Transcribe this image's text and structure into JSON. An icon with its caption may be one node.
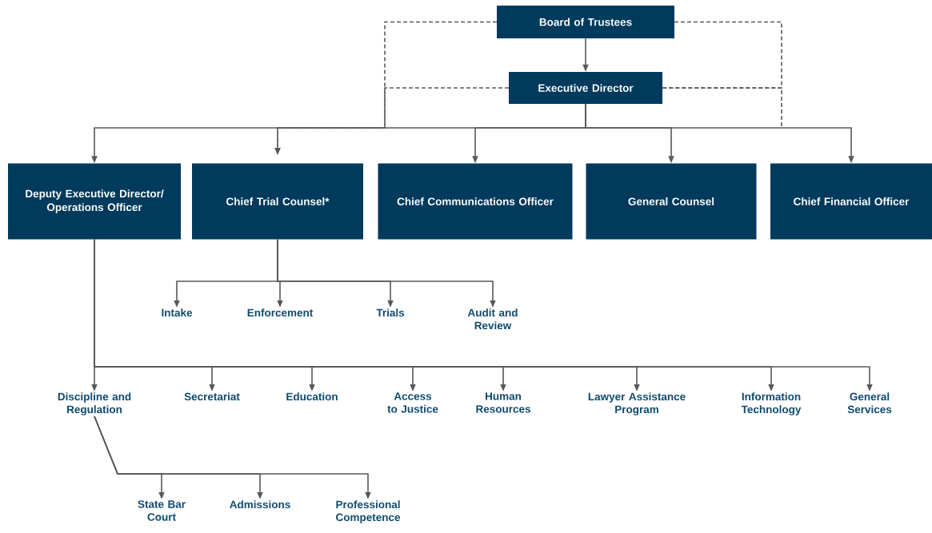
{
  "diagram": {
    "nodes": [
      {
        "text": [
          "Board of Trustees"
        ]
      },
      {
        "text": [
          "Executive Director"
        ]
      },
      {
        "text": [
          "Deputy Executive Director/ Operations Officer"
        ]
      },
      {
        "text": [
          "Chief Trial Counsel*"
        ]
      },
      {
        "text": [
          "Chief Communications Officer"
        ]
      },
      {
        "text": [
          "General Counsel"
        ]
      },
      {
        "text": [
          "Chief Financial Officer"
        ]
      },
      {
        "text": [
          "Intake"
        ]
      },
      {
        "text": [
          "Enforcement"
        ]
      },
      {
        "text": [
          "Trials"
        ]
      },
      {
        "text": [
          "Audit and Review"
        ]
      },
      {
        "text": [
          "Discipline and Regulation"
        ]
      },
      {
        "text": [
          "Secretariat"
        ]
      },
      {
        "text": [
          "Education"
        ]
      },
      {
        "text": [
          "Access to Justice"
        ]
      },
      {
        "text": [
          "Human Resources"
        ]
      },
      {
        "text": [
          "Lawyer Assistance Program"
        ]
      },
      {
        "text": [
          "Information Technology"
        ]
      },
      {
        "text": [
          "General Services"
        ]
      },
      {
        "text": [
          "State Bar Court"
        ]
      },
      {
        "text": [
          "Admissions"
        ]
      },
      {
        "text": [
          "Professional Competence"
        ]
      }
    ],
    "edges": [
      {
        "from": 0,
        "to": 1,
        "arrow": "to"
      },
      {
        "from": 0,
        "to": 3,
        "arrow": "to",
        "style": "dashed"
      },
      {
        "from": 0,
        "to": 1,
        "arrow": "none",
        "style": "dashed"
      },
      {
        "from": 1,
        "to": 3,
        "arrow": "to",
        "style": "dashed"
      },
      {
        "from": 1,
        "to": 2,
        "arrow": "to"
      },
      {
        "from": 1,
        "to": 4,
        "arrow": "to"
      },
      {
        "from": 1,
        "to": 5,
        "arrow": "to"
      },
      {
        "from": 1,
        "to": 6,
        "arrow": "to"
      },
      {
        "from": 3,
        "to": 7,
        "arrow": "to"
      },
      {
        "from": 3,
        "to": 8,
        "arrow": "to"
      },
      {
        "from": 3,
        "to": 9,
        "arrow": "to"
      },
      {
        "from": 3,
        "to": 10,
        "arrow": "to"
      },
      {
        "from": 2,
        "to": 11,
        "arrow": "to"
      },
      {
        "from": 2,
        "to": 12,
        "arrow": "to"
      },
      {
        "from": 2,
        "to": 13,
        "arrow": "to"
      },
      {
        "from": 2,
        "to": 14,
        "arrow": "to"
      },
      {
        "from": 2,
        "to": 15,
        "arrow": "to"
      },
      {
        "from": 2,
        "to": 16,
        "arrow": "to"
      },
      {
        "from": 2,
        "to": 17,
        "arrow": "to"
      },
      {
        "from": 2,
        "to": 18,
        "arrow": "to"
      },
      {
        "from": 11,
        "to": 19,
        "arrow": "to"
      },
      {
        "from": 11,
        "to": 20,
        "arrow": "to"
      },
      {
        "from": 11,
        "to": 21,
        "arrow": "to"
      }
    ]
  }
}
